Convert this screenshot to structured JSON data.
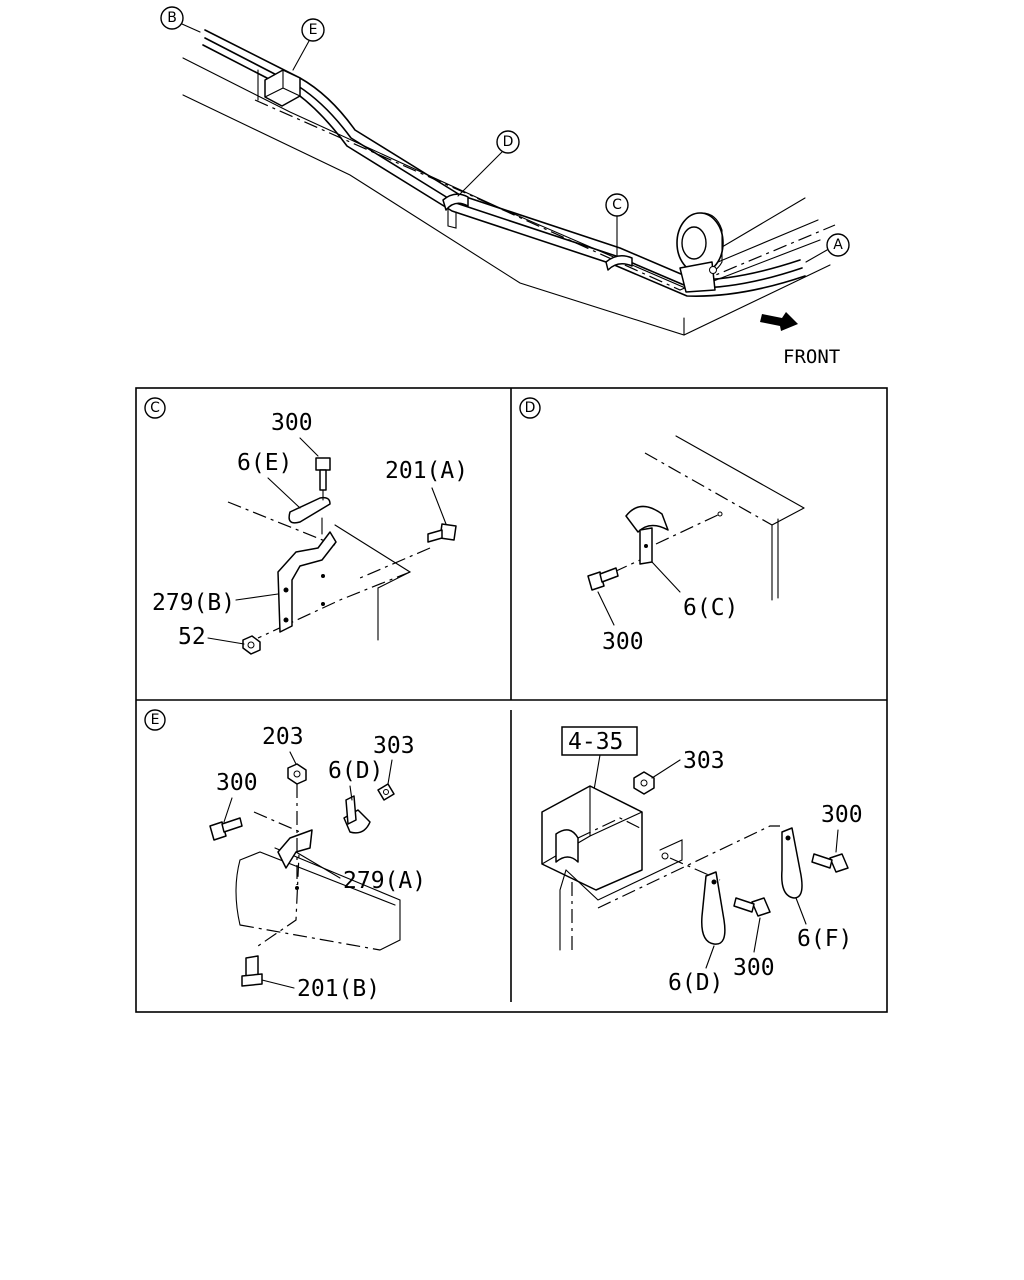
{
  "overview": {
    "callouts": {
      "a": "A",
      "b": "B",
      "c": "C",
      "d": "D",
      "e": "E"
    },
    "front_label": "FRONT"
  },
  "panels": {
    "c": {
      "marker": "C",
      "labels": {
        "bolt_300": "300",
        "clip_6e": "6(E)",
        "bolt_201a": "201(A)",
        "bracket_279b": "279(B)",
        "nut_52": "52"
      }
    },
    "d": {
      "marker": "D",
      "labels": {
        "clip_6c": "6(C)",
        "bolt_300": "300"
      }
    },
    "e": {
      "marker": "E",
      "labels": {
        "nut_203": "203",
        "nut_303": "303",
        "bolt_300": "300",
        "clip_6d": "6(D)",
        "bracket_279a": "279(A)",
        "bolt_201b": "201(B)"
      }
    },
    "f": {
      "ref_box": "4-35",
      "labels": {
        "nut_303": "303",
        "bolt_300_right": "300",
        "clip_6f": "6(F)",
        "bolt_300_lower": "300",
        "clip_6d": "6(D)"
      }
    }
  }
}
